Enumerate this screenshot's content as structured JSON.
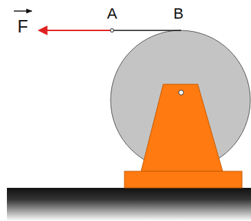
{
  "diagram": {
    "labels": [
      "F",
      "A",
      "B"
    ]
  }
}
